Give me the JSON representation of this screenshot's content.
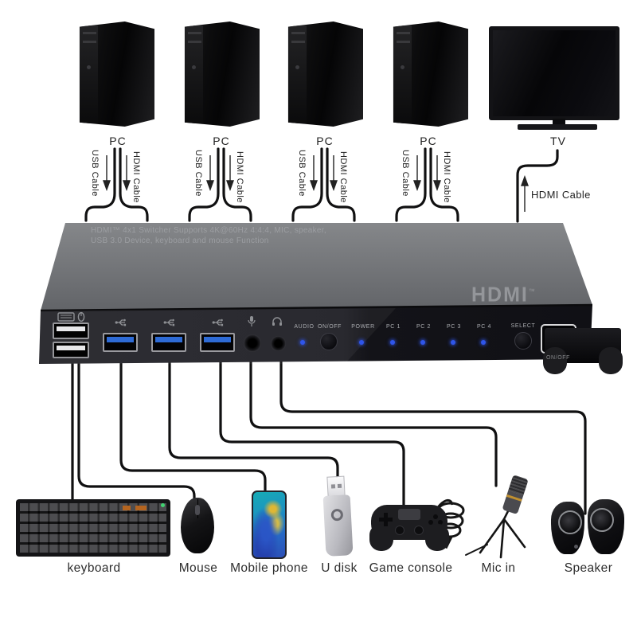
{
  "device": {
    "top_text_line1": "HDMI™ 4x1 Switcher Supports 4K@60Hz 4:4:4, MIC, speaker,",
    "top_text_line2": "USB 3.0 Device, keyboard and mouse Function",
    "hdmi_logo": "HDMI",
    "hdmi_logo_tm": "™",
    "panel": {
      "audio_word": "AUDIO",
      "audio_onoff_word": "ON/OFF",
      "power_label": "POWER",
      "pc_labels": [
        "PC 1",
        "PC 2",
        "PC 3",
        "PC 4"
      ],
      "select_label": "SELECT",
      "rocker_label": "ON/OFF",
      "led_color": "#2f55ea",
      "usb3_color": "#2e6bd6"
    }
  },
  "sources": [
    {
      "label": "PC",
      "usb_cable": "USB Cable",
      "hdmi_cable": "HDMI Cable"
    },
    {
      "label": "PC",
      "usb_cable": "USB Cable",
      "hdmi_cable": "HDMI Cable"
    },
    {
      "label": "PC",
      "usb_cable": "USB Cable",
      "hdmi_cable": "HDMI Cable"
    },
    {
      "label": "PC",
      "usb_cable": "USB Cable",
      "hdmi_cable": "HDMI Cable"
    }
  ],
  "tv": {
    "label": "TV",
    "cable_label": "HDMI Cable"
  },
  "peripherals": [
    {
      "label": "keyboard"
    },
    {
      "label": "Mouse"
    },
    {
      "label": "Mobile phone"
    },
    {
      "label": "U disk"
    },
    {
      "label": "Game console"
    },
    {
      "label": "Mic in"
    },
    {
      "label": "Speaker"
    }
  ],
  "colors": {
    "cable": "#101011",
    "device_top": "#7d7f82",
    "device_front": "#1c1c21"
  }
}
